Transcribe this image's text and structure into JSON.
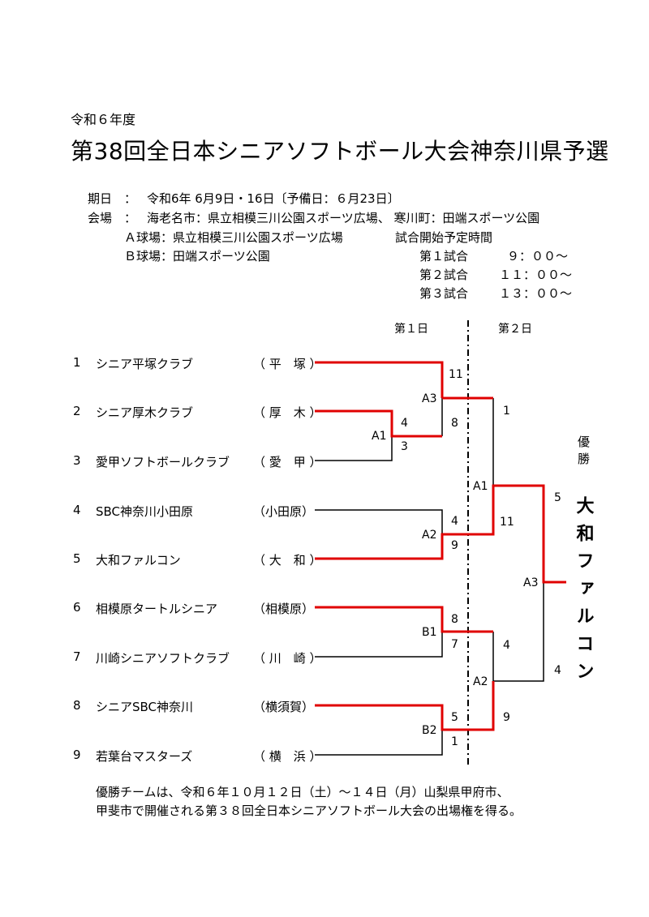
{
  "header": {
    "era": "令和６年度",
    "title": "第38回全日本シニアソフトボール大会神奈川県予選"
  },
  "info": {
    "date_label": "期日",
    "date_sep": "：",
    "date_value": "令和6年 6月9日・16日〔予備日：６月23日〕",
    "venue_label": "会場",
    "venue_sep": "：",
    "venue_value": "海老名市：県立相模三川公園スポーツ広場、 寒川町：田端スポーツ公園",
    "field_a": "Ａ球場：県立相模三川公園スポーツ広場",
    "field_b": "Ｂ球場：田端スポーツ公園",
    "schedule_title": "試合開始予定時間",
    "schedule": [
      {
        "label": "第１試合",
        "time": "９：００～"
      },
      {
        "label": "第２試合",
        "time": "１１：００～"
      },
      {
        "label": "第３試合",
        "time": "１３：００～"
      }
    ]
  },
  "bracket": {
    "day1": "第１日",
    "day2": "第２日",
    "winner_label": "優勝",
    "champion": "大和ファルコン",
    "teams": [
      {
        "num": "1",
        "name": "シニア平塚クラブ",
        "short": "（ 平　塚 ）"
      },
      {
        "num": "2",
        "name": "シニア厚木クラブ",
        "short": "（ 厚　木 ）"
      },
      {
        "num": "3",
        "name": "愛甲ソフトボールクラブ",
        "short": "（ 愛　甲 ）"
      },
      {
        "num": "4",
        "name": "SBC神奈川小田原",
        "short": "（小田原）"
      },
      {
        "num": "5",
        "name": "大和ファルコン",
        "short": "（ 大　和 ）"
      },
      {
        "num": "6",
        "name": "相模原タートルシニア",
        "short": "（相模原）"
      },
      {
        "num": "7",
        "name": "川崎シニアソフトクラブ",
        "short": "（ 川　崎 ）"
      },
      {
        "num": "8",
        "name": "シニアSBC神奈川",
        "short": "（横須賀）"
      },
      {
        "num": "9",
        "name": "若葉台マスターズ",
        "short": "（ 横　浜 ）"
      }
    ],
    "games": {
      "A1": {
        "label": "A1",
        "top_score": "4",
        "bottom_score": "3"
      },
      "A2": {
        "label": "A2",
        "top_score": "4",
        "bottom_score": "9"
      },
      "A3": {
        "label": "A3",
        "top_score": "11",
        "bottom_score": "8"
      },
      "B1": {
        "label": "B1",
        "top_score": "8",
        "bottom_score": "7"
      },
      "B2": {
        "label": "B2",
        "top_score": "5",
        "bottom_score": "1"
      },
      "SF1": {
        "label": "A1",
        "top_score": "1",
        "bottom_score": "11"
      },
      "SF2": {
        "label": "A2",
        "top_score": "4",
        "bottom_score": "9"
      },
      "F": {
        "label": "A3",
        "top_score": "5",
        "bottom_score": "4"
      }
    }
  },
  "note": {
    "line1": "優勝チームは、令和６年１０月１２日（土）～１４日（月）山梨県甲府市、",
    "line2": "甲斐市で開催される第３８回全日本シニアソフトボール大会の出場権を得る。"
  },
  "colors": {
    "win_line": "#e00000",
    "line": "#000000"
  }
}
